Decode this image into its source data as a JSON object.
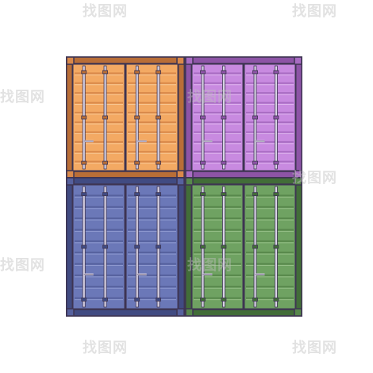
{
  "watermark": {
    "text": "找图网",
    "color": "#bdbdbd"
  },
  "containers": [
    {
      "name": "orange",
      "body": "#f3a963",
      "shade": "#d9894a",
      "dark": "#b96e37",
      "light": "#f8c793"
    },
    {
      "name": "purple",
      "body": "#c88ae0",
      "shade": "#a96cc3",
      "dark": "#8d54a6",
      "light": "#ddb3ee"
    },
    {
      "name": "blue",
      "body": "#6b78b8",
      "shade": "#56619e",
      "dark": "#414b82",
      "light": "#8d98cf"
    },
    {
      "name": "green",
      "body": "#6fa262",
      "shade": "#58884c",
      "dark": "#426d38",
      "light": "#94be86"
    }
  ],
  "outline_color": "#3e3552",
  "rod_color": "#d9d4e6"
}
